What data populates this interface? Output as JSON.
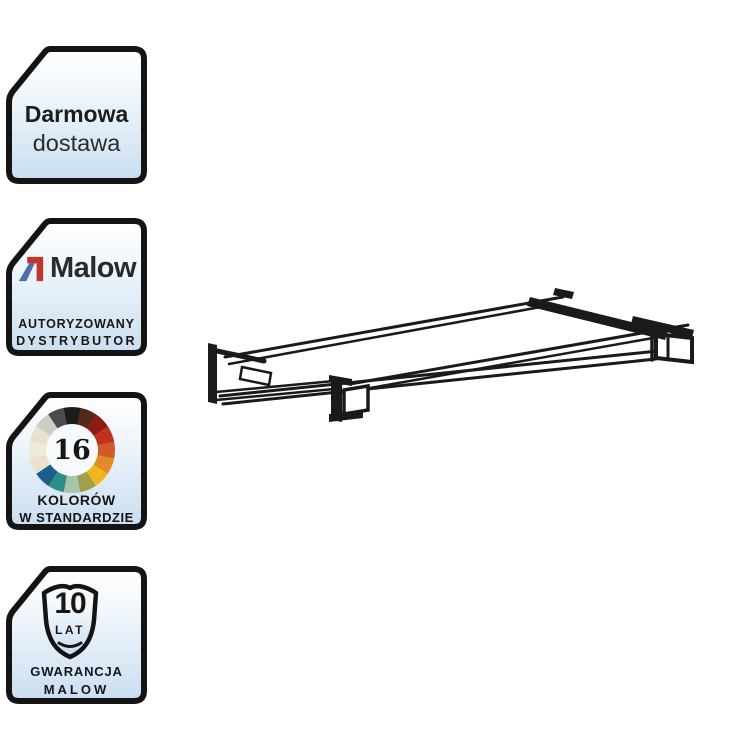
{
  "page": {
    "background": "#ffffff"
  },
  "badges": {
    "free_delivery": {
      "line1": "Darmowa",
      "line2": "dostawa"
    },
    "distributor": {
      "brand": "Malow",
      "line1": "AUTORYZOWANY",
      "line2": "DYSTRYBUTOR",
      "logo_blue": "#4f6da8",
      "logo_red": "#c0362c"
    },
    "colors": {
      "count": "16",
      "line1": "KOLORÓW",
      "line2": "W STANDARDZIE",
      "wheel_colors": [
        "#1c1c1c",
        "#53291b",
        "#8a1c10",
        "#c23120",
        "#d05a28",
        "#e28c28",
        "#f1b41e",
        "#9ea04e",
        "#a7c5ae",
        "#2e8f88",
        "#1d5e8c",
        "#ece2cd",
        "#f0ead9",
        "#e8e0d0",
        "#cfccc4",
        "#4c4c4e"
      ]
    },
    "warranty": {
      "years": "10",
      "unit": "LAT",
      "line1": "GWARANCJA",
      "line2": "MALOW"
    }
  },
  "product_image": {
    "description": "isometric line drawing of a pull-out metal shelf frame",
    "stroke_color": "#1a1a1a"
  },
  "style": {
    "badge_border": "#141414",
    "badge_gradient_top": "#ffffff",
    "badge_gradient_mid": "#eef5fb",
    "badge_gradient_bottom": "#c9def0"
  }
}
